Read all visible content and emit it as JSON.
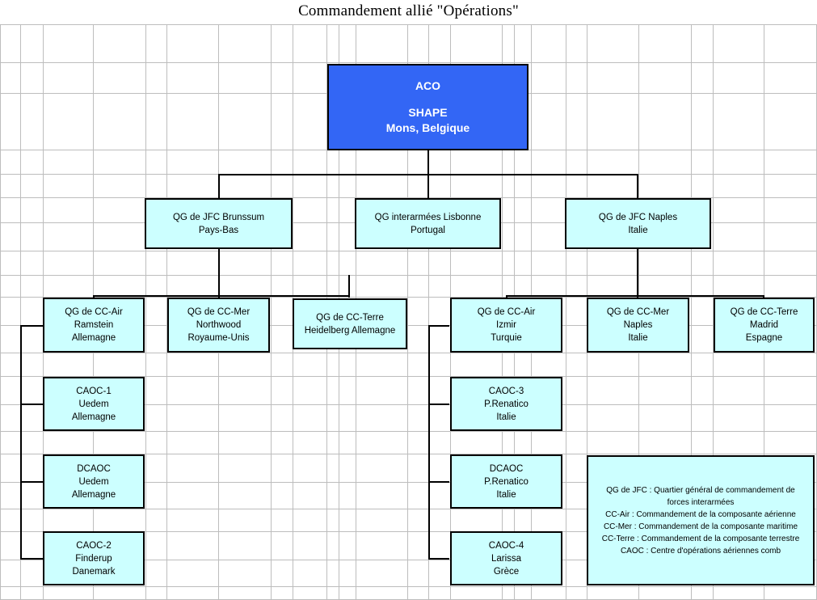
{
  "title": "Commandement allié \"Opérations\"",
  "nodes": {
    "root": {
      "name": "ACO",
      "org": "SHAPE",
      "location": "Mons, Belgique"
    },
    "jfc_brunssum": {
      "line1": "QG de JFC Brunssum",
      "line2": "Pays-Bas"
    },
    "lisbonne": {
      "line1": "QG interarmées Lisbonne",
      "line2": "Portugal"
    },
    "jfc_naples": {
      "line1": "QG de JFC Naples",
      "line2": "Italie"
    },
    "cc_air_ramstein": {
      "line1": "QG de CC-Air",
      "line2": "Ramstein",
      "line3": "Allemagne"
    },
    "cc_mer_northwood": {
      "line1": "QG de CC-Mer",
      "line2": "Northwood",
      "line3": "Royaume-Unis"
    },
    "cc_terre_heidelberg": {
      "line1": "QG de CC-Terre",
      "line2": "Heidelberg Allemagne"
    },
    "cc_air_izmir": {
      "line1": "QG de CC-Air",
      "line2": "Izmir",
      "line3": "Turquie"
    },
    "cc_mer_naples": {
      "line1": "QG de CC-Mer",
      "line2": "Naples",
      "line3": "Italie"
    },
    "cc_terre_madrid": {
      "line1": "QG de CC-Terre",
      "line2": "Madrid",
      "line3": "Espagne"
    },
    "caoc1": {
      "line1": "CAOC-1",
      "line2": "Uedem",
      "line3": "Allemagne"
    },
    "dcaoc_uedem": {
      "line1": "DCAOC",
      "line2": "Uedem",
      "line3": "Allemagne"
    },
    "caoc2": {
      "line1": "CAOC-2",
      "line2": "Finderup",
      "line3": "Danemark"
    },
    "caoc3": {
      "line1": "CAOC-3",
      "line2": "P.Renatico",
      "line3": "Italie"
    },
    "dcaoc_renatico": {
      "line1": "DCAOC",
      "line2": "P.Renatico",
      "line3": "Italie"
    },
    "caoc4": {
      "line1": "CAOC-4",
      "line2": "Larissa",
      "line3": "Grèce"
    }
  },
  "legend": {
    "line1": "QG de JFC : Quartier général de commandement de",
    "line2": "forces interarmées",
    "line3": "CC-Air : Commandement de la composante aérienne",
    "line4": "CC-Mer : Commandement de la composante maritime",
    "line5": "CC-Terre : Commandement de la composante terrestre",
    "line6": "CAOC : Centre d'opérations aériennes comb"
  },
  "colors": {
    "root_fill": "#3366f5",
    "node_fill": "#ccffff",
    "border": "#000000",
    "grid": "#bdbdbd",
    "root_text": "#ffffff"
  }
}
